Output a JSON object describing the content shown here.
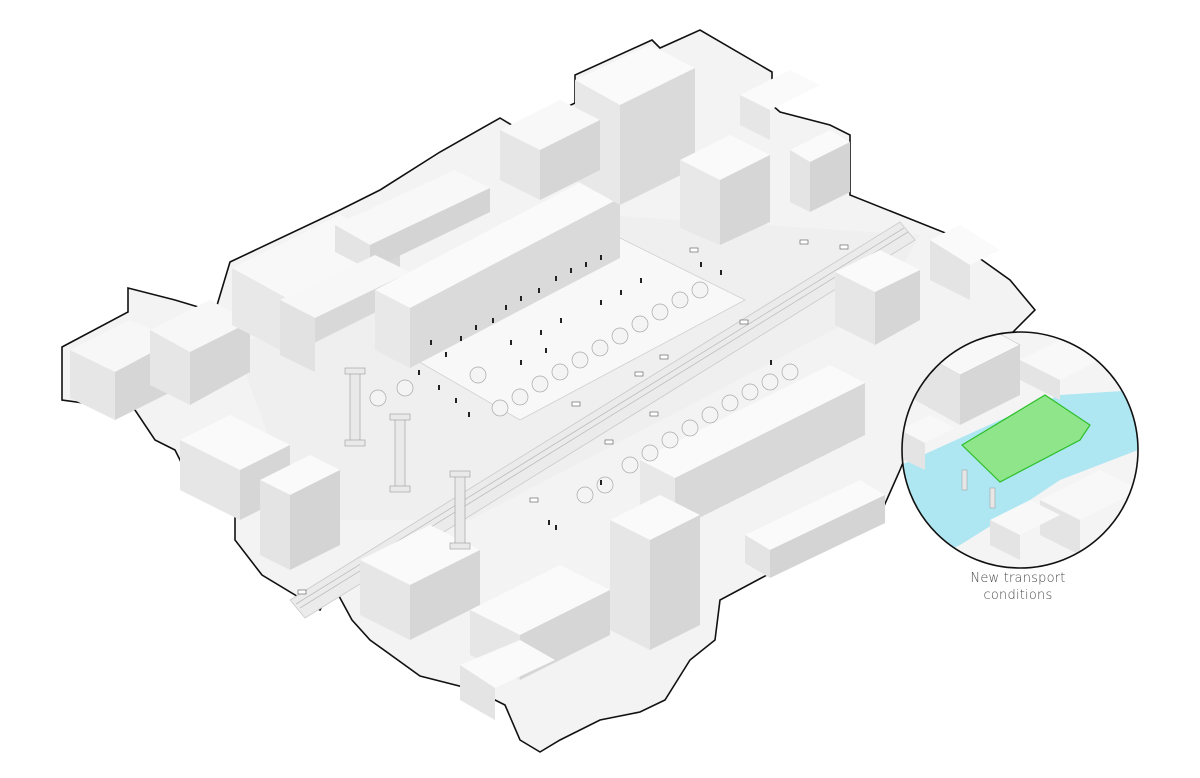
{
  "caption": {
    "line1": "New transport",
    "line2": "conditions"
  },
  "colors": {
    "ground": "#f2f2f2",
    "building_top": "#f7f7f7",
    "building_left": "#e4e4e4",
    "building_right": "#d4d4d4",
    "outline": "#1a1a1a",
    "water": "#aee6f2",
    "site_highlight": "#8ee58a",
    "site_outline": "#2fbf2a"
  },
  "icons": [
    "magnifier-circle",
    "column-icon",
    "tree-icon",
    "person-icon",
    "car-icon"
  ]
}
